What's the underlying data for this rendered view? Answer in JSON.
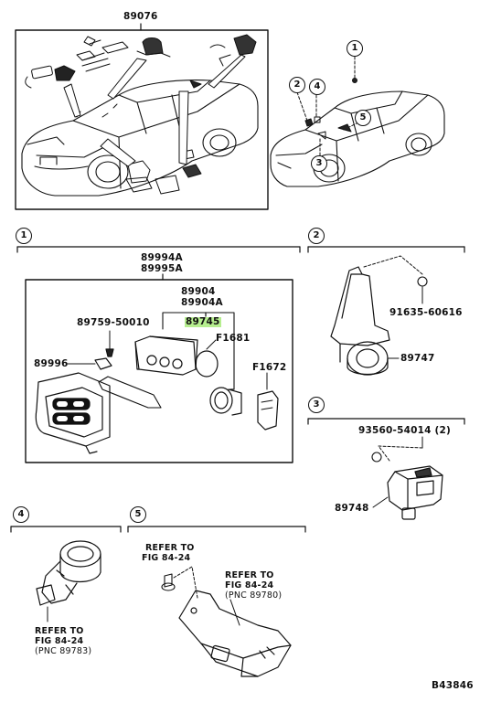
{
  "figure_code": "B43846",
  "top_left_label": "89076",
  "overview_callouts": [
    "1",
    "2",
    "3",
    "4",
    "5"
  ],
  "section1": {
    "number": "1",
    "assembly": [
      "89994A",
      "89995A"
    ],
    "case_label": [
      "89904",
      "89904A"
    ],
    "highlighted_part": "89745",
    "parts": {
      "screw": "89759-50010",
      "cover": "89996",
      "battery": "F1681",
      "key_blade": "F1672"
    }
  },
  "section2": {
    "number": "2",
    "bolt": "91635-60616",
    "part": "89747"
  },
  "section3": {
    "number": "3",
    "screw": "93560-54014 (2)",
    "part": "89748"
  },
  "section4": {
    "number": "4",
    "refer": [
      "REFER TO",
      "FIG 84-24",
      "(PNC 89783)"
    ]
  },
  "section5": {
    "number": "5",
    "refer_a": [
      "REFER TO",
      "FIG 84-24"
    ],
    "refer_b": [
      "REFER TO",
      "FIG 84-24",
      "(PNC 89780)"
    ]
  }
}
